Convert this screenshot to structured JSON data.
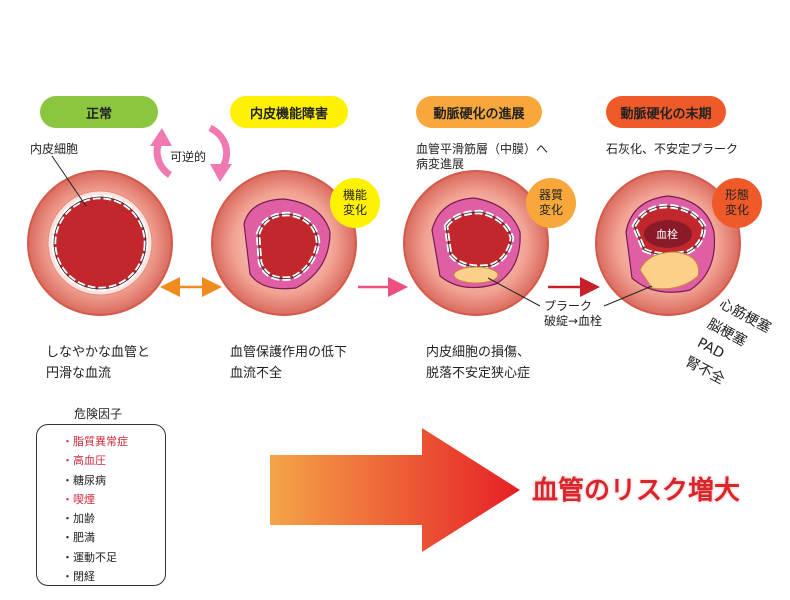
{
  "stages": [
    {
      "label": "正常",
      "color": "#8cc63f"
    },
    {
      "label": "内皮機能障害",
      "color": "#fff200"
    },
    {
      "label": "動脈硬化の進展",
      "color": "#f8a83a"
    },
    {
      "label": "動脈硬化の末期",
      "color": "#ef5a28"
    }
  ],
  "stage_notes": {
    "stage3": [
      "血管平滑筋層（中膜）へ",
      "病変進展"
    ],
    "stage4": "石灰化、不安定プラーク"
  },
  "labels": {
    "endothelial_cell": "内皮細胞",
    "reversible": "可逆的",
    "thrombus": "血栓",
    "plaque_rupture": [
      "プラーク",
      "破綻→血栓"
    ]
  },
  "badges": [
    {
      "lines": [
        "機能",
        "変化"
      ],
      "color": "#fff200"
    },
    {
      "lines": [
        "器質",
        "変化"
      ],
      "color": "#f8a83a"
    },
    {
      "lines": [
        "形態",
        "変化"
      ],
      "color": "#ef5a28"
    }
  ],
  "captions": [
    [
      "しなやかな血管と",
      "円滑な血流"
    ],
    [
      "血管保護作用の低下",
      "血流不全"
    ],
    [
      "内皮細胞の損傷、",
      "脱落不安定狭心症"
    ]
  ],
  "outcomes": [
    "心筋梗塞",
    "脳梗塞",
    "PAD",
    "腎不全"
  ],
  "risk_factors": {
    "title": "危険因子",
    "items": [
      {
        "text": "・脂質異常症",
        "highlight": true
      },
      {
        "text": "・高血圧",
        "highlight": true
      },
      {
        "text": "・糖尿病",
        "highlight": false
      },
      {
        "text": "・喫煙",
        "highlight": true
      },
      {
        "text": "・加齢",
        "highlight": false
      },
      {
        "text": "・肥満",
        "highlight": false
      },
      {
        "text": "・運動不足",
        "highlight": false
      },
      {
        "text": "・閉経",
        "highlight": false
      }
    ]
  },
  "risk_increase": "血管のリスク増大"
}
